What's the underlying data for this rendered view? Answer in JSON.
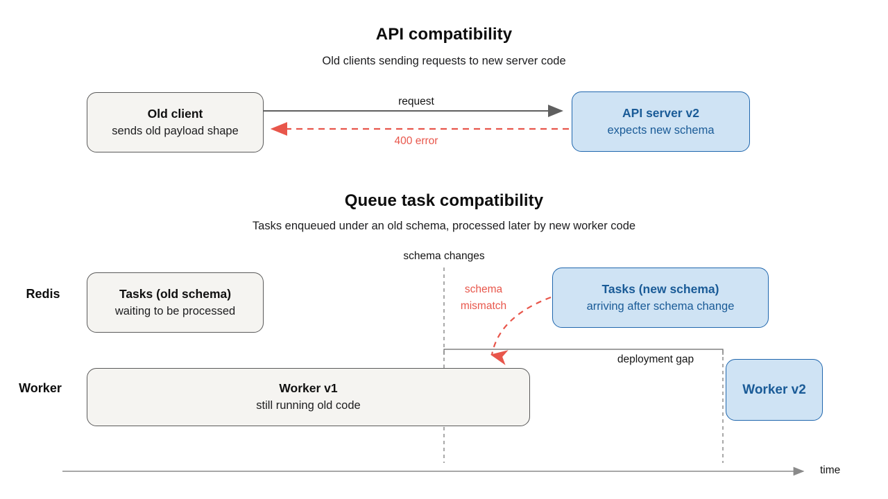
{
  "api_section": {
    "title": "API compatibility",
    "subtitle": "Old clients sending requests to new server code",
    "old_client": {
      "title": "Old client",
      "subtitle": "sends old payload shape"
    },
    "api_server": {
      "title": "API server v2",
      "subtitle": "expects new schema"
    },
    "request_label": "request",
    "error_label": "400 error"
  },
  "queue_section": {
    "title": "Queue task compatibility",
    "subtitle": "Tasks enqueued under an old schema, processed later by new worker code",
    "schema_changes_label": "schema changes",
    "schema_mismatch_label": "schema\nmismatch",
    "deployment_gap_label": "deployment gap",
    "lane_labels": {
      "redis": "Redis",
      "worker": "Worker"
    },
    "tasks_old": {
      "title": "Tasks (old schema)",
      "subtitle": "waiting to be processed"
    },
    "tasks_new": {
      "title": "Tasks (new schema)",
      "subtitle": "arriving after schema change"
    },
    "worker_v1": {
      "title": "Worker v1",
      "subtitle": "still running old code"
    },
    "worker_v2": {
      "title": "Worker v2"
    },
    "time_label": "time"
  },
  "colors": {
    "neutral_fill": "#f5f4f1",
    "neutral_border": "#595959",
    "blue_fill": "#cfe3f4",
    "blue_border": "#1f66ad",
    "blue_text": "#1a5b97",
    "red": "#e8564b",
    "gray_line": "#666666",
    "axis_gray": "#8a8a8a"
  }
}
